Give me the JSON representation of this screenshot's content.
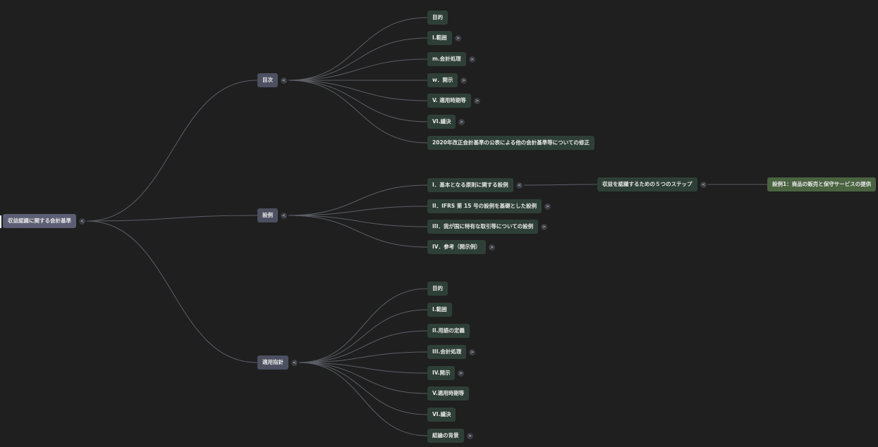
{
  "mindmap": {
    "root": {
      "label": "収益認識に関する会計基準",
      "toggle": "<",
      "children": [
        {
          "label": "目次",
          "toggle": "<",
          "children": [
            {
              "label": "目的",
              "toggle": ""
            },
            {
              "label": "I.範囲",
              "toggle": ">"
            },
            {
              "label": "m.会計処理",
              "toggle": ">"
            },
            {
              "label": "w．開示",
              "toggle": ">"
            },
            {
              "label": "V. 適用時期等",
              "toggle": ">"
            },
            {
              "label": "VI.議決",
              "toggle": ">"
            },
            {
              "label": "2020年改正会計基準の公表による他の会計基準等についての修正",
              "toggle": ""
            }
          ]
        },
        {
          "label": "設例",
          "toggle": "<",
          "children": [
            {
              "label": "I．基本となる原則に関する設例",
              "toggle": "<",
              "children": [
                {
                  "label": "収益を認識するための５つのステップ",
                  "toggle": "<",
                  "children": [
                    {
                      "label": "設例1：商品の販売と保守サービスの提供",
                      "toggle": ""
                    }
                  ]
                }
              ]
            },
            {
              "label": "II．IFRS 第 15 号の設例を基礎とした設例",
              "toggle": ">"
            },
            {
              "label": "III．我が国に特有な取引等についての設例",
              "toggle": ">"
            },
            {
              "label": "IV．参考（開示例）",
              "toggle": ">"
            }
          ]
        },
        {
          "label": "適用指針",
          "toggle": "<",
          "children": [
            {
              "label": "目的",
              "toggle": ""
            },
            {
              "label": "I.範囲",
              "toggle": ""
            },
            {
              "label": "II.用語の定義",
              "toggle": ""
            },
            {
              "label": "III.会計処理",
              "toggle": ">"
            },
            {
              "label": "IV.開示",
              "toggle": ">"
            },
            {
              "label": "V.適用時期等",
              "toggle": ""
            },
            {
              "label": "VI.議決",
              "toggle": ""
            },
            {
              "label": "結論の背景",
              "toggle": ">"
            }
          ]
        }
      ]
    }
  }
}
